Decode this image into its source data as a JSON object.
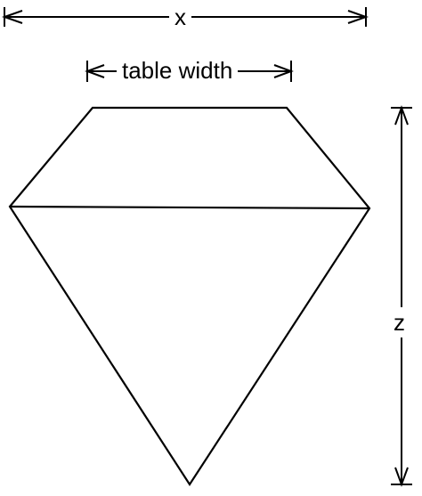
{
  "labels": {
    "x": "x",
    "table_width": "table width",
    "z": "z"
  },
  "colors": {
    "stroke": "#000000",
    "background": "#ffffff"
  }
}
